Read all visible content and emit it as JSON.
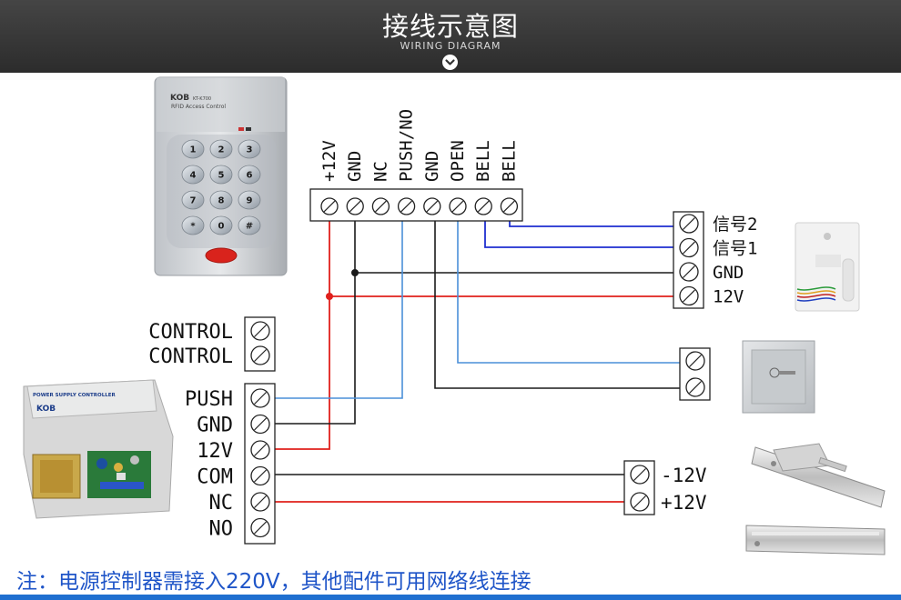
{
  "header": {
    "title": "接线示意图",
    "subtitle": "WIRING DIAGRAM"
  },
  "keypad": {
    "brand": "KOB",
    "model": "KT-K700",
    "subtitle": "RFID Access Control",
    "keys": [
      "1",
      "2",
      "3",
      "4",
      "5",
      "6",
      "7",
      "8",
      "9",
      "*",
      "0",
      "#"
    ]
  },
  "keypad_terminals": [
    "+12V",
    "GND",
    "NC",
    "PUSH/NO",
    "GND",
    "OPEN",
    "BELL",
    "BELL"
  ],
  "bell_terminals": [
    "信号2",
    "信号1",
    "GND",
    "12V"
  ],
  "controller_control_terminals": [
    "CONTROL",
    "CONTROL"
  ],
  "controller_terminals": [
    "PUSH",
    "GND",
    "12V",
    "COM",
    "NC",
    "NO"
  ],
  "lock_terminals": [
    "-12V",
    "+12V"
  ],
  "power_supply": {
    "label": "POWER SUPPLY CONTROLLER",
    "brand": "KOB"
  },
  "note": "注：电源控制器需接入220V，其他配件可用网络线连接",
  "colors": {
    "wire_red": "#e0201c",
    "wire_black": "#1a1a1a",
    "wire_blue": "#1f2fd0",
    "wire_light_blue": "#4a8fd8",
    "note_blue": "#1f55c8",
    "header_bg": "#3a3a3a"
  }
}
